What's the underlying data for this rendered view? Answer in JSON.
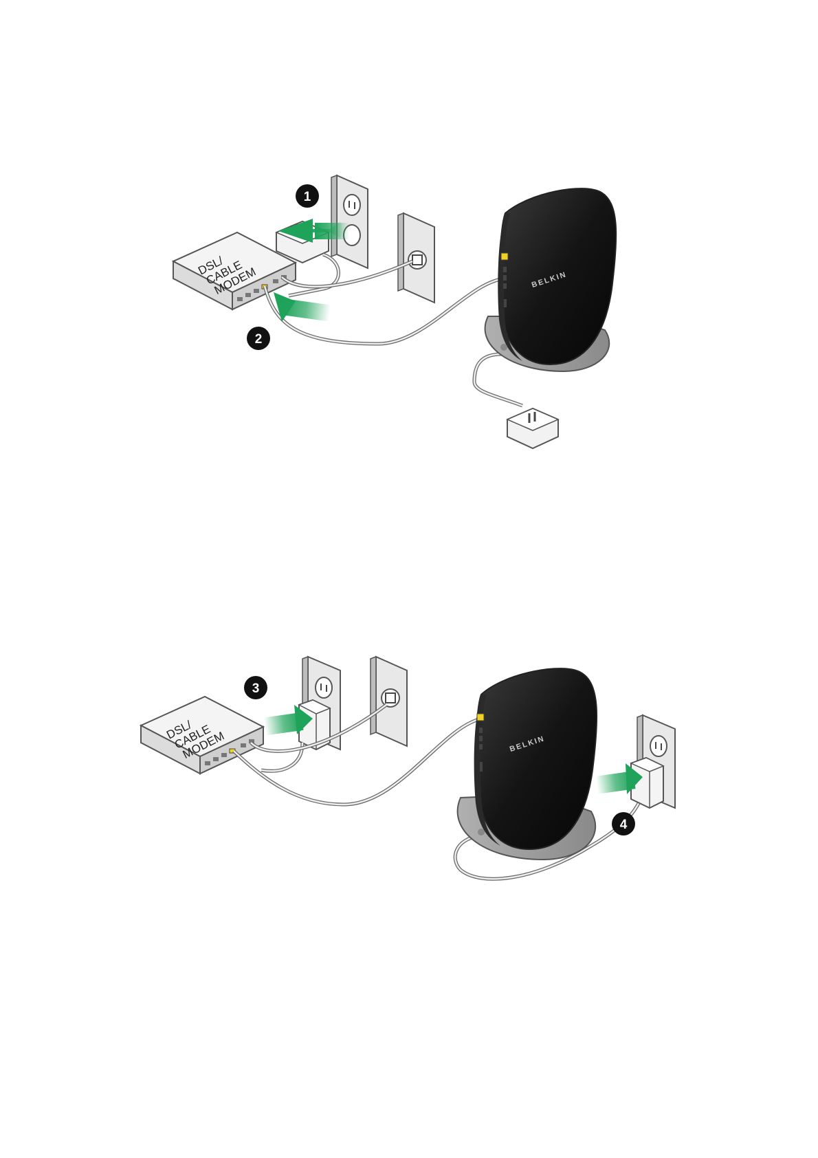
{
  "figures": [
    {
      "modem_label_lines": [
        "DSL/",
        "CABLE",
        "MODEM"
      ],
      "router_brand": "BELKIN",
      "steps": [
        "1",
        "2"
      ],
      "accent_color": "#1fa35a",
      "port_color": "#f2d31b"
    },
    {
      "modem_label_lines": [
        "DSL/",
        "CABLE",
        "MODEM"
      ],
      "router_brand": "BELKIN",
      "steps": [
        "3",
        "4"
      ],
      "accent_color": "#1fa35a",
      "port_color": "#f2d31b"
    }
  ],
  "icons": [
    "wall-outlet-icon",
    "phone-jack-icon",
    "power-adapter-icon",
    "router-icon",
    "modem-icon",
    "green-arrow-icon",
    "step-badge-icon"
  ]
}
